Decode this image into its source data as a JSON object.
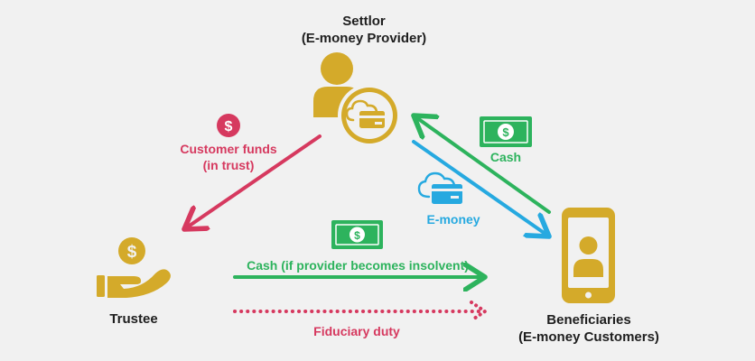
{
  "nodes": {
    "settlor": {
      "title": "Settlor",
      "subtitle": "(E-money Provider)"
    },
    "trustee": {
      "title": "Trustee"
    },
    "beneficiaries": {
      "title": "Beneficiaries",
      "subtitle": "(E-money Customers)"
    }
  },
  "edges": {
    "customer_funds": {
      "line1": "Customer funds",
      "line2": "(in trust)"
    },
    "cash": {
      "label": "Cash"
    },
    "emoney": {
      "label": "E-money"
    },
    "cash_insolvent": {
      "label": "Cash (if provider becomes insolvent)"
    },
    "fiduciary": {
      "label": "Fiduciary duty"
    }
  },
  "icons": {
    "dollar_symbol": "$"
  },
  "colors": {
    "gold": "#d4aa2a",
    "pink": "#d6395f",
    "green": "#2db35d",
    "blue": "#26a9e0",
    "text": "#1e1e1e"
  }
}
